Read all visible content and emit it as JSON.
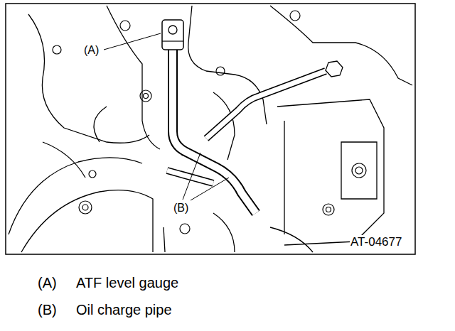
{
  "diagram": {
    "labels": [
      "(A)",
      "(B)",
      "AT-04677",
      "(A)",
      "ATF level gauge",
      "(B)",
      "Oil charge pipe"
    ]
  }
}
